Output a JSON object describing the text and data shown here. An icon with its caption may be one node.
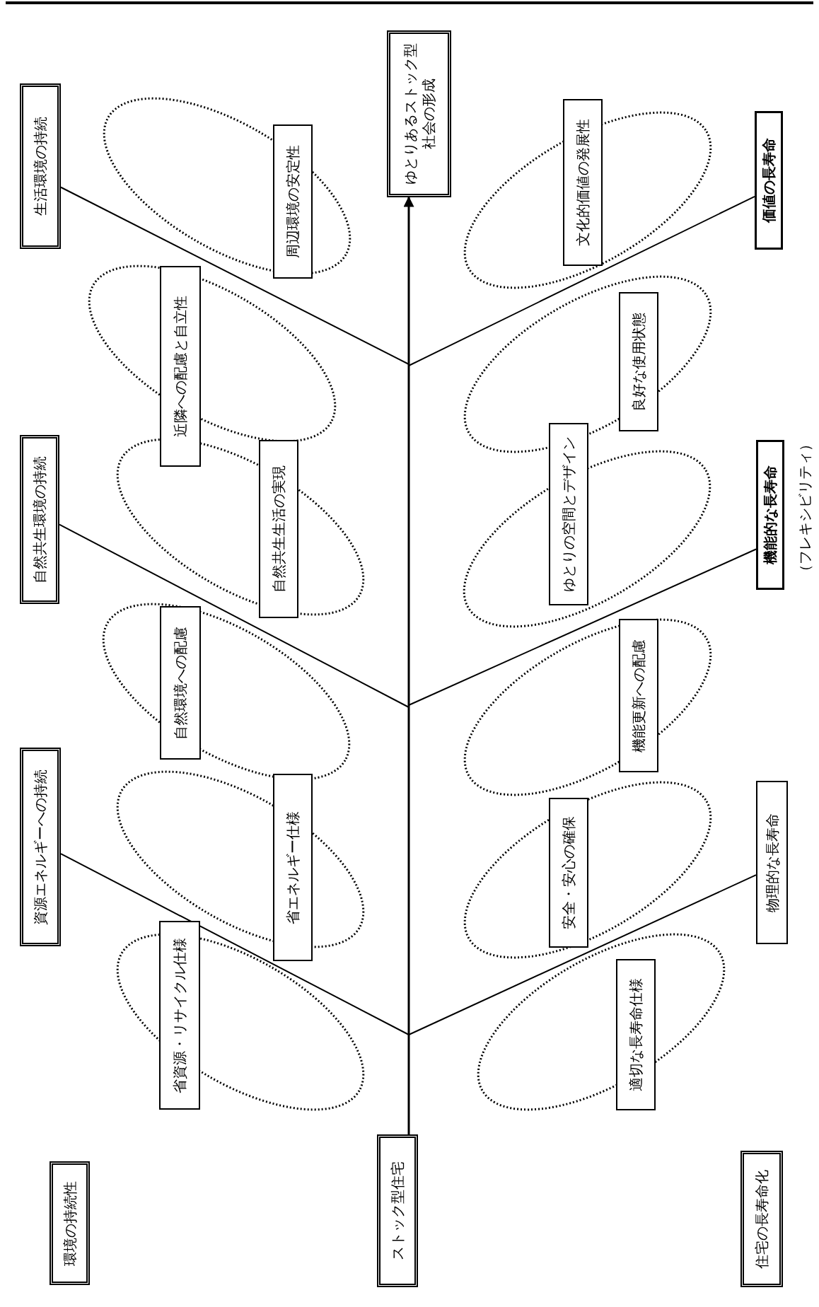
{
  "diagram": {
    "nodes": [
      {
        "text": [
          "ストック型住宅"
        ]
      },
      {
        "text": [
          "ゆとりあるストック型社会の形成"
        ]
      },
      {
        "text": [
          "環境の持続性"
        ]
      },
      {
        "text": [
          "住宅の長寿命化"
        ]
      },
      {
        "text": [
          "生活環境の持続"
        ]
      },
      {
        "text": [
          "自然共生環境の持続"
        ]
      },
      {
        "text": [
          "資源エネルギーへの持続"
        ]
      },
      {
        "text": [
          "価値の長寿命"
        ]
      },
      {
        "text": [
          "機能的な長寿命"
        ],
        "beside": [
          "（フレキシビリティ）"
        ]
      },
      {
        "text": [
          "物理的な長寿命"
        ]
      },
      {
        "text": [
          "周辺環境の安定性"
        ]
      },
      {
        "text": [
          "近隣への配慮と自立性"
        ]
      },
      {
        "text": [
          "自然共生生活の実現"
        ]
      },
      {
        "text": [
          "自然環境への配慮"
        ]
      },
      {
        "text": [
          "省エネルギー仕様"
        ]
      },
      {
        "text": [
          "省資源・リサイクル仕様"
        ]
      },
      {
        "text": [
          "文化的価値の発展性"
        ]
      },
      {
        "text": [
          "良好な使用状態"
        ]
      },
      {
        "text": [
          "ゆとりの空間とデザイン"
        ]
      },
      {
        "text": [
          "機能更新への配慮"
        ]
      },
      {
        "text": [
          "安全・安心の確保"
        ]
      },
      {
        "text": [
          "適切な長寿命仕様"
        ]
      }
    ],
    "edges": [
      {
        "from": 0,
        "to": 1,
        "arrow": "to"
      },
      {
        "from": 4,
        "to": null,
        "arrow": "none"
      },
      {
        "from": 5,
        "to": null,
        "arrow": "none"
      },
      {
        "from": 6,
        "to": null,
        "arrow": "none"
      },
      {
        "from": 7,
        "to": null,
        "arrow": "none"
      },
      {
        "from": 8,
        "to": null,
        "arrow": "none"
      },
      {
        "from": 9,
        "to": null,
        "arrow": "none"
      }
    ]
  }
}
